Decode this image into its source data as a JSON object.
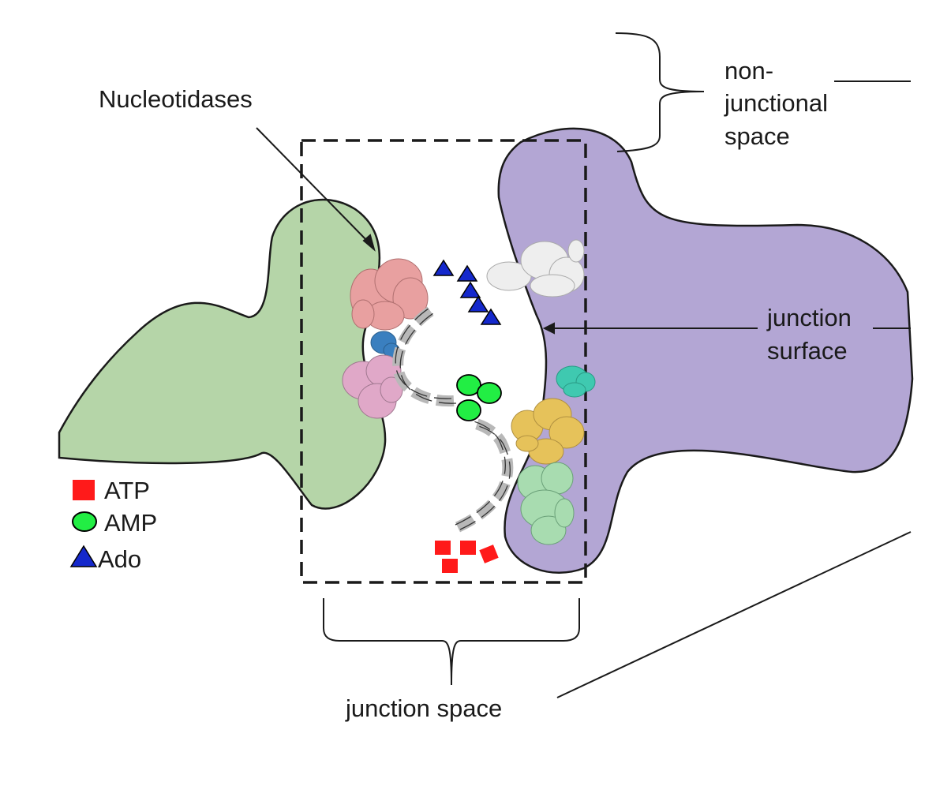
{
  "labels": {
    "nucleotidases": "Nucleotidases",
    "non_junctional_line1": "non-",
    "non_junctional_line2": "junctional",
    "non_junctional_line3": "space",
    "junction_surface_line1": "junction",
    "junction_surface_line2": "surface",
    "junction_space": "junction space"
  },
  "legend": [
    {
      "label": "ATP",
      "symbol": "red-square",
      "color": "#ff1a1a"
    },
    {
      "label": "AMP",
      "symbol": "green-ellipse",
      "color": "#22ee44"
    },
    {
      "label": "Ado",
      "symbol": "blue-triangle",
      "color": "#1428cc"
    }
  ],
  "colors": {
    "left_cell": "#b5d5a8",
    "right_cell": "#b3a6d4",
    "atp": "#ff1a1a",
    "amp": "#22ee44",
    "ado": "#1428cc",
    "protein_pink_top": "#e8a0a0",
    "protein_blue": "#3a7fbf",
    "protein_pink_bottom": "#e0a8c8",
    "protein_white": "#eeeeee",
    "protein_teal": "#3fc9b0",
    "protein_yellow": "#e6c25a",
    "protein_green": "#a8dcb0"
  }
}
